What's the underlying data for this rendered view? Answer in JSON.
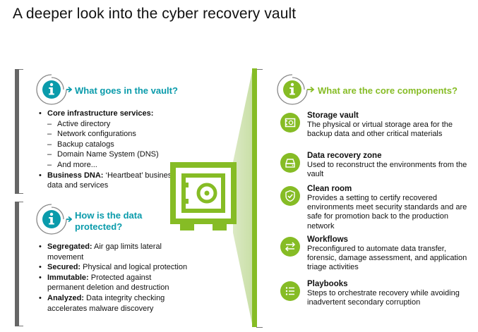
{
  "title": "A deeper look into the cyber recovery vault",
  "vault_panel": {
    "heading": "What goes in the vault?",
    "items": [
      {
        "bold": "Core infrastructure services:",
        "text": "",
        "sub": [
          "Active directory",
          "Network configurations",
          "Backup catalogs",
          "Domain Name System (DNS)",
          "And more..."
        ]
      },
      {
        "bold": "Business DNA:",
        "text": " ‘Heartbeat’ business data and services",
        "sub": []
      }
    ]
  },
  "protect_panel": {
    "heading_line1": "How is the data",
    "heading_line2": "protected?",
    "items": [
      {
        "bold": "Segregated:",
        "text": " Air gap limits lateral movement"
      },
      {
        "bold": "Secured:",
        "text": " Physical and logical protection"
      },
      {
        "bold": "Immutable:",
        "text": " Protected against permanent deletion and destruction"
      },
      {
        "bold": "Analyzed:",
        "text": " Data integrity checking accelerates malware discovery"
      }
    ]
  },
  "components_panel": {
    "heading": "What are the core components?",
    "items": [
      {
        "title": "Storage vault",
        "desc": "The physical or virtual storage area for the backup data and other critical materials",
        "icon": "storage-vault-icon"
      },
      {
        "title": "Data recovery zone",
        "desc": "Used to reconstruct the environments from the vault",
        "icon": "hard-drive-icon"
      },
      {
        "title": "Clean room",
        "desc": "Provides a setting to certify recovered environments meet security standards and are safe for promotion back to the production network",
        "icon": "shield-check-icon"
      },
      {
        "title": "Workflows",
        "desc": "Preconfigured to automate data transfer, forensic, damage assessment, and application triage activities",
        "icon": "arrows-exchange-icon"
      },
      {
        "title": "Playbooks",
        "desc": "Steps to orchestrate recovery while avoiding inadvertent secondary corruption",
        "icon": "checklist-icon"
      }
    ]
  },
  "colors": {
    "teal": "#0a9bab",
    "green": "#86bc25",
    "gray": "#777777"
  }
}
